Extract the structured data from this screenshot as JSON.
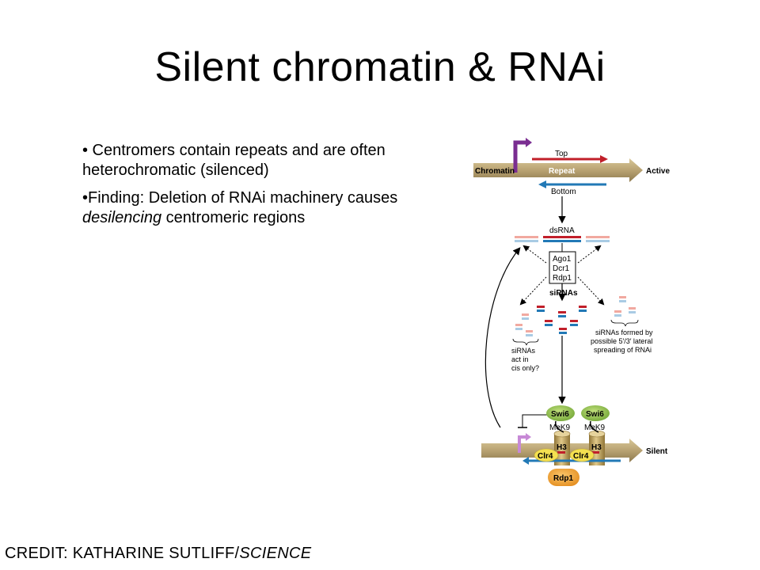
{
  "slide": {
    "title": "Silent chromatin & RNAi",
    "bullets": [
      {
        "text": "• Centromers contain repeats and are often heterochromatic (silenced)"
      },
      {
        "before": "•Finding: Deletion of RNAi machinery causes ",
        "emphasis": "desilencing",
        "after": " centromeric regions"
      }
    ],
    "credit_prefix": "CREDIT: KATHARINE SUTLIFF/",
    "credit_emphasis": "SCIENCE"
  },
  "diagram": {
    "top_label": "Top",
    "chromatin_label": "Chromatin",
    "repeat_label": "Repeat",
    "active_label": "Active",
    "bottom_label": "Bottom",
    "dsrna_label": "dsRNA",
    "ago_label": "Ago1",
    "dcr_label": "Dcr1",
    "rdp_label": "Rdp1",
    "sirnas_label": "siRNAs",
    "cis_line1": "siRNAs",
    "cis_line2": "act in",
    "cis_line3": "cis only?",
    "lateral_line1": "siRNAs formed by",
    "lateral_line2": "possible 5′/3′ lateral",
    "lateral_line3": "spreading of RNAi",
    "swi6_label": "Swi6",
    "mek9_label": "MeK9",
    "h3_label": "H3",
    "clr4_label": "Clr4",
    "silent_label": "Silent",
    "rdp1_protein_label": "Rdp1",
    "colors": {
      "bar": "#b8a272",
      "purple": "#7a2d91",
      "strand_red": "#c11f2a",
      "strand_blue": "#2279b6",
      "sirna_pink": "#f1a9a0",
      "sirna_lightblue": "#a9cbe4",
      "swi6_green": "#93c451",
      "h3_gold": "#c9a95a",
      "clr4_yellow": "#f4e050",
      "rdp1_orange": "#f5a93a"
    }
  }
}
